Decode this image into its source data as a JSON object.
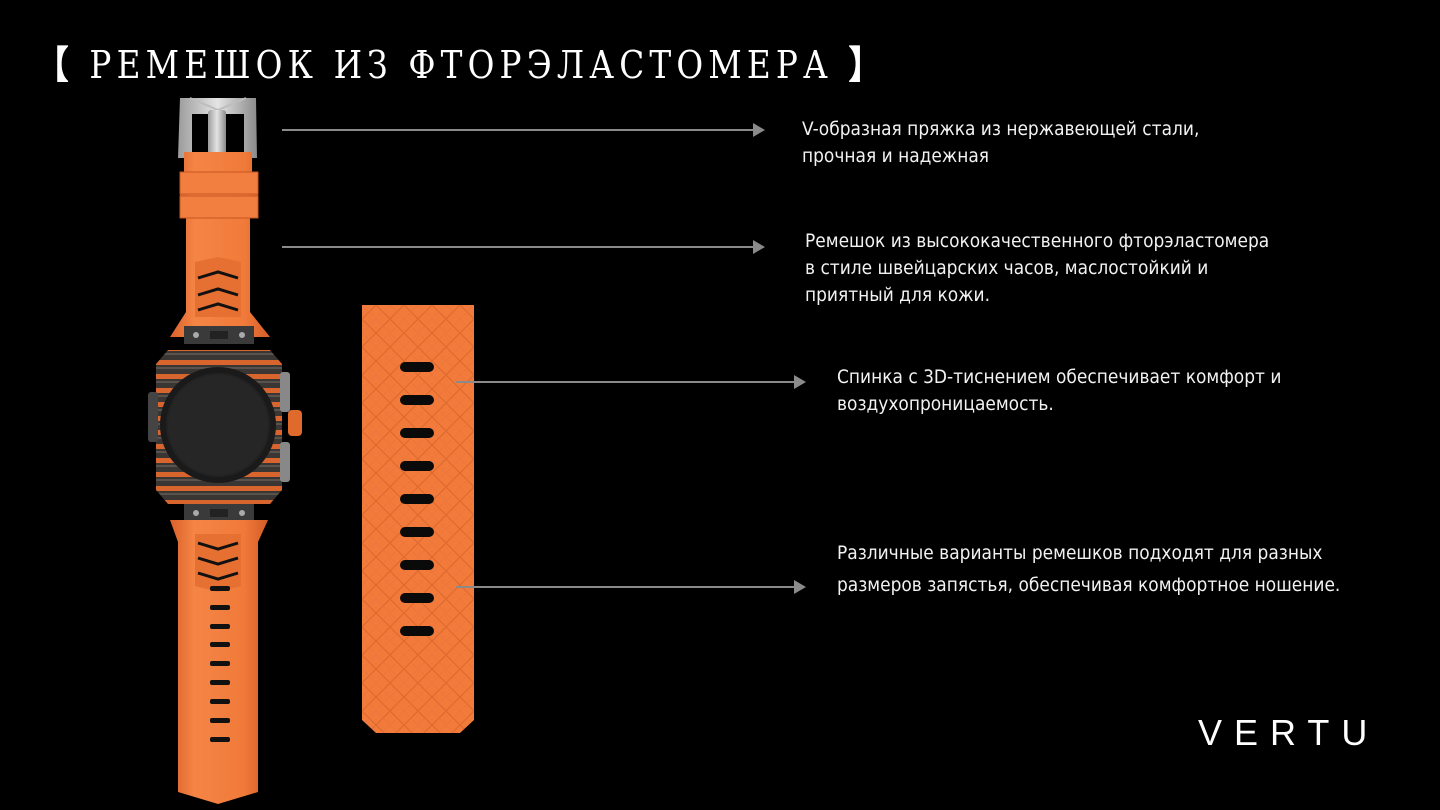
{
  "slide": {
    "title_open": "【",
    "title": "РЕМЕШОК ИЗ ФТОРЭЛАСТОМЕРА",
    "title_close": "】",
    "brand_logo": "VERTU"
  },
  "callouts": [
    {
      "lines": [
        "V-образная пряжка из нержавеющей стали,",
        "прочная и надежная"
      ]
    },
    {
      "lines": [
        "Ремешок из высококачественного фторэластомера",
        "в стиле швейцарских часов, маслостойкий и",
        "приятный для кожи."
      ]
    },
    {
      "lines": [
        "Спинка с 3D-тиснением обеспечивает комфорт и",
        "воздухопроницаемость."
      ]
    },
    {
      "lines": [
        "Различные варианты ремешков подходят для разных",
        "размеров запястья, обеспечивая комфортное ношение."
      ]
    }
  ],
  "images": {
    "watch": "orange-fluoroelastomer-strap-watch",
    "strap_back": "embossed-strap-back"
  },
  "colors": {
    "background": "#000000",
    "strap_orange": "#f07a3a",
    "arrow": "#8a8a8a",
    "text": "#f2f2f2"
  }
}
